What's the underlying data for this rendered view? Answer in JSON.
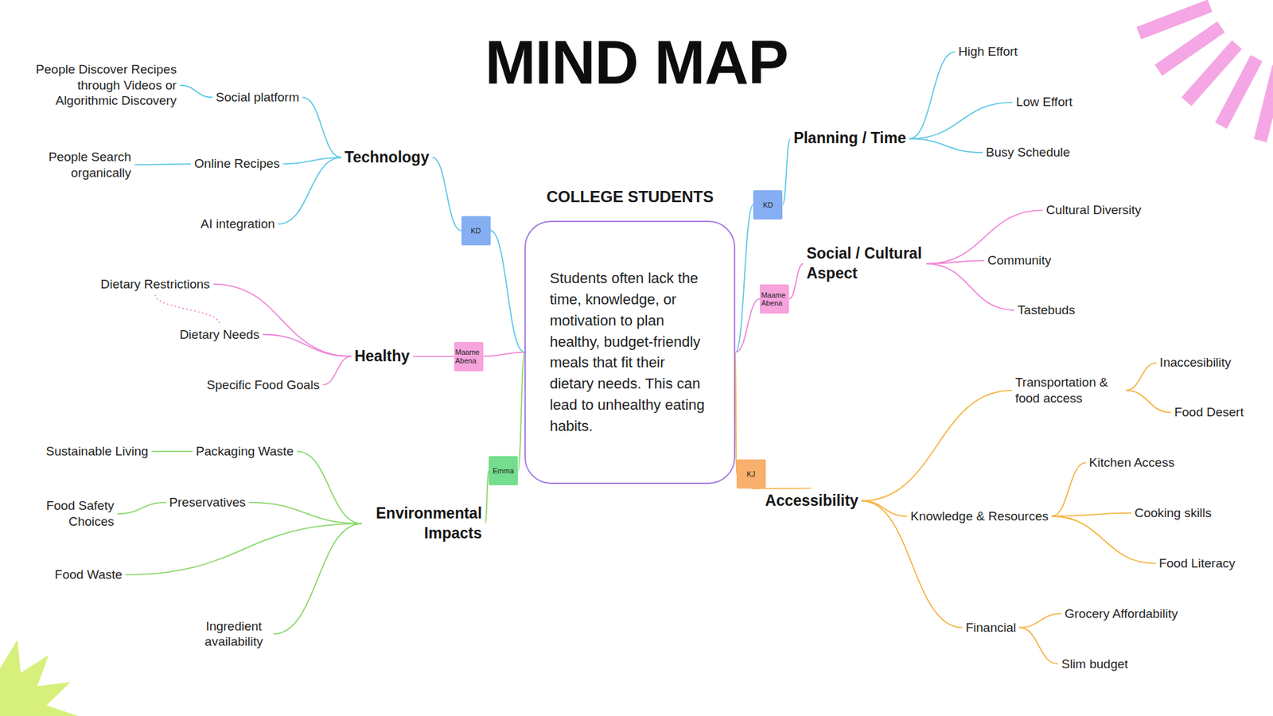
{
  "diagram": {
    "title": "MIND MAP",
    "nodes": [
      {
        "text": [
          "COLLEGE STUDENTS",
          "Students often lack the time, knowledge, or motivation to plan healthy, budget-friendly meals that fit their dietary needs. This can lead to unhealthy eating habits."
        ]
      },
      {
        "text": [
          "KD"
        ]
      },
      {
        "text": [
          "Technology"
        ]
      },
      {
        "text": [
          "Social platform"
        ]
      },
      {
        "text": [
          "People Discover Recipes through Videos or Algorithmic Discovery"
        ]
      },
      {
        "text": [
          "Online Recipes"
        ]
      },
      {
        "text": [
          "People Search organically"
        ]
      },
      {
        "text": [
          "AI integration"
        ]
      },
      {
        "text": [
          "Maame Abena"
        ]
      },
      {
        "text": [
          "Healthy"
        ]
      },
      {
        "text": [
          "Dietary Restrictions"
        ]
      },
      {
        "text": [
          "Dietary Needs"
        ]
      },
      {
        "text": [
          "Specific Food Goals"
        ]
      },
      {
        "text": [
          "Emma"
        ]
      },
      {
        "text": [
          "Environmental Impacts"
        ]
      },
      {
        "text": [
          "Packaging Waste"
        ]
      },
      {
        "text": [
          "Sustainable Living"
        ]
      },
      {
        "text": [
          "Preservatives"
        ]
      },
      {
        "text": [
          "Food Safety Choices"
        ]
      },
      {
        "text": [
          "Food Waste"
        ]
      },
      {
        "text": [
          "Ingredient availability"
        ]
      },
      {
        "text": [
          "KD"
        ]
      },
      {
        "text": [
          "Planning / Time"
        ]
      },
      {
        "text": [
          "High Effort"
        ]
      },
      {
        "text": [
          "Low Effort"
        ]
      },
      {
        "text": [
          "Busy Schedule"
        ]
      },
      {
        "text": [
          "Maame Abena"
        ]
      },
      {
        "text": [
          "Social / Cultural Aspect"
        ]
      },
      {
        "text": [
          "Cultural Diversity"
        ]
      },
      {
        "text": [
          "Community"
        ]
      },
      {
        "text": [
          "Tastebuds"
        ]
      },
      {
        "text": [
          "KJ"
        ]
      },
      {
        "text": [
          "Accessibility"
        ]
      },
      {
        "text": [
          "Transportation & food access"
        ]
      },
      {
        "text": [
          "Inaccesibility"
        ]
      },
      {
        "text": [
          "Food Desert"
        ]
      },
      {
        "text": [
          "Knowledge & Resources"
        ]
      },
      {
        "text": [
          "Kitchen Access"
        ]
      },
      {
        "text": [
          "Cooking skills"
        ]
      },
      {
        "text": [
          "Food Literacy"
        ]
      },
      {
        "text": [
          "Financial"
        ]
      },
      {
        "text": [
          "Grocery Affordability"
        ]
      },
      {
        "text": [
          "Slim budget"
        ]
      }
    ],
    "edges": [
      {
        "from": 0,
        "to": 1,
        "arrow": "none"
      },
      {
        "from": 1,
        "to": 2,
        "arrow": "none"
      },
      {
        "from": 2,
        "to": 3,
        "arrow": "none"
      },
      {
        "from": 3,
        "to": 4,
        "arrow": "none"
      },
      {
        "from": 2,
        "to": 5,
        "arrow": "none"
      },
      {
        "from": 5,
        "to": 6,
        "arrow": "none"
      },
      {
        "from": 2,
        "to": 7,
        "arrow": "none"
      },
      {
        "from": 0,
        "to": 8,
        "arrow": "none"
      },
      {
        "from": 8,
        "to": 9,
        "arrow": "none"
      },
      {
        "from": 9,
        "to": 10,
        "arrow": "none"
      },
      {
        "from": 9,
        "to": 11,
        "arrow": "none"
      },
      {
        "from": 9,
        "to": 12,
        "arrow": "none"
      },
      {
        "from": 10,
        "to": 11,
        "arrow": "none"
      },
      {
        "from": 0,
        "to": 13,
        "arrow": "none"
      },
      {
        "from": 13,
        "to": 14,
        "arrow": "none"
      },
      {
        "from": 14,
        "to": 15,
        "arrow": "none"
      },
      {
        "from": 15,
        "to": 16,
        "arrow": "none"
      },
      {
        "from": 14,
        "to": 17,
        "arrow": "none"
      },
      {
        "from": 17,
        "to": 18,
        "arrow": "none"
      },
      {
        "from": 14,
        "to": 19,
        "arrow": "none"
      },
      {
        "from": 14,
        "to": 20,
        "arrow": "none"
      },
      {
        "from": 0,
        "to": 21,
        "arrow": "none"
      },
      {
        "from": 21,
        "to": 22,
        "arrow": "none"
      },
      {
        "from": 22,
        "to": 23,
        "arrow": "none"
      },
      {
        "from": 22,
        "to": 24,
        "arrow": "none"
      },
      {
        "from": 22,
        "to": 25,
        "arrow": "none"
      },
      {
        "from": 0,
        "to": 26,
        "arrow": "none"
      },
      {
        "from": 26,
        "to": 27,
        "arrow": "none"
      },
      {
        "from": 27,
        "to": 28,
        "arrow": "none"
      },
      {
        "from": 27,
        "to": 29,
        "arrow": "none"
      },
      {
        "from": 27,
        "to": 30,
        "arrow": "none"
      },
      {
        "from": 0,
        "to": 31,
        "arrow": "none"
      },
      {
        "from": 31,
        "to": 32,
        "arrow": "none"
      },
      {
        "from": 32,
        "to": 33,
        "arrow": "none"
      },
      {
        "from": 33,
        "to": 34,
        "arrow": "none"
      },
      {
        "from": 33,
        "to": 35,
        "arrow": "none"
      },
      {
        "from": 32,
        "to": 36,
        "arrow": "none"
      },
      {
        "from": 36,
        "to": 37,
        "arrow": "none"
      },
      {
        "from": 36,
        "to": 38,
        "arrow": "none"
      },
      {
        "from": 36,
        "to": 39,
        "arrow": "none"
      },
      {
        "from": 32,
        "to": 40,
        "arrow": "none"
      },
      {
        "from": 40,
        "to": 41,
        "arrow": "none"
      },
      {
        "from": 40,
        "to": 42,
        "arrow": "none"
      }
    ]
  }
}
